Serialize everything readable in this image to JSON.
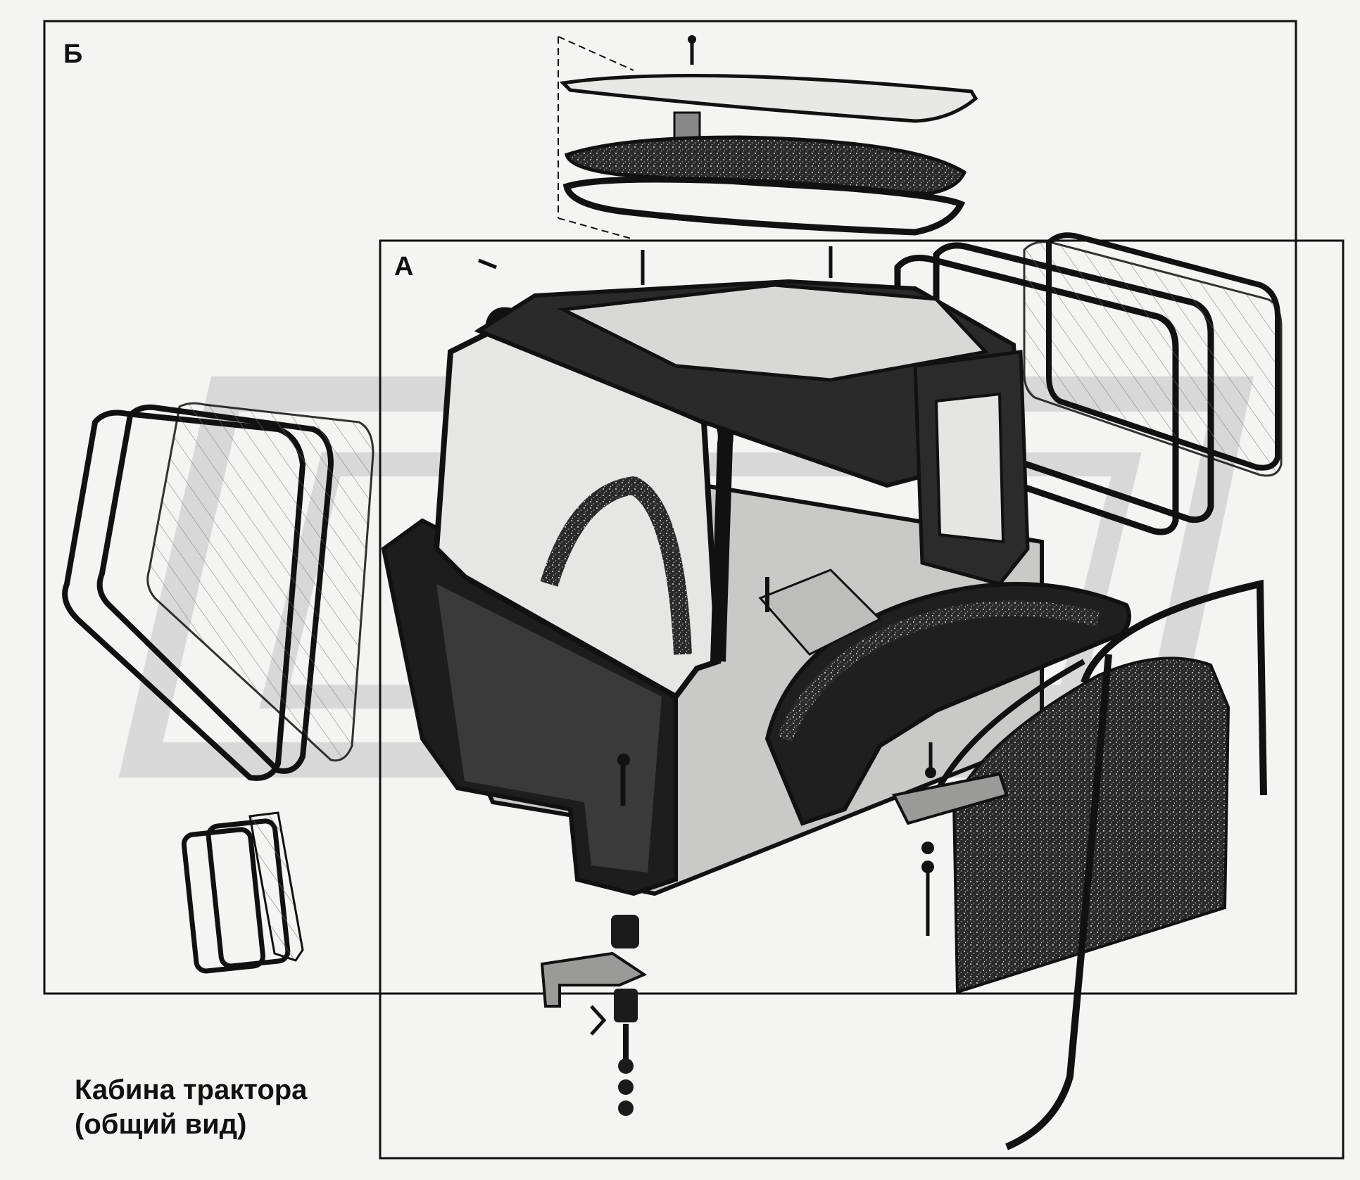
{
  "labels": {
    "section_b": "Б",
    "section_a": "А"
  },
  "caption": {
    "line1": "Кабина трактора",
    "line2": "(общий вид)"
  },
  "colors": {
    "background": "#f4f4f2",
    "ink": "#111111",
    "watermark": "#d6d6d6"
  }
}
